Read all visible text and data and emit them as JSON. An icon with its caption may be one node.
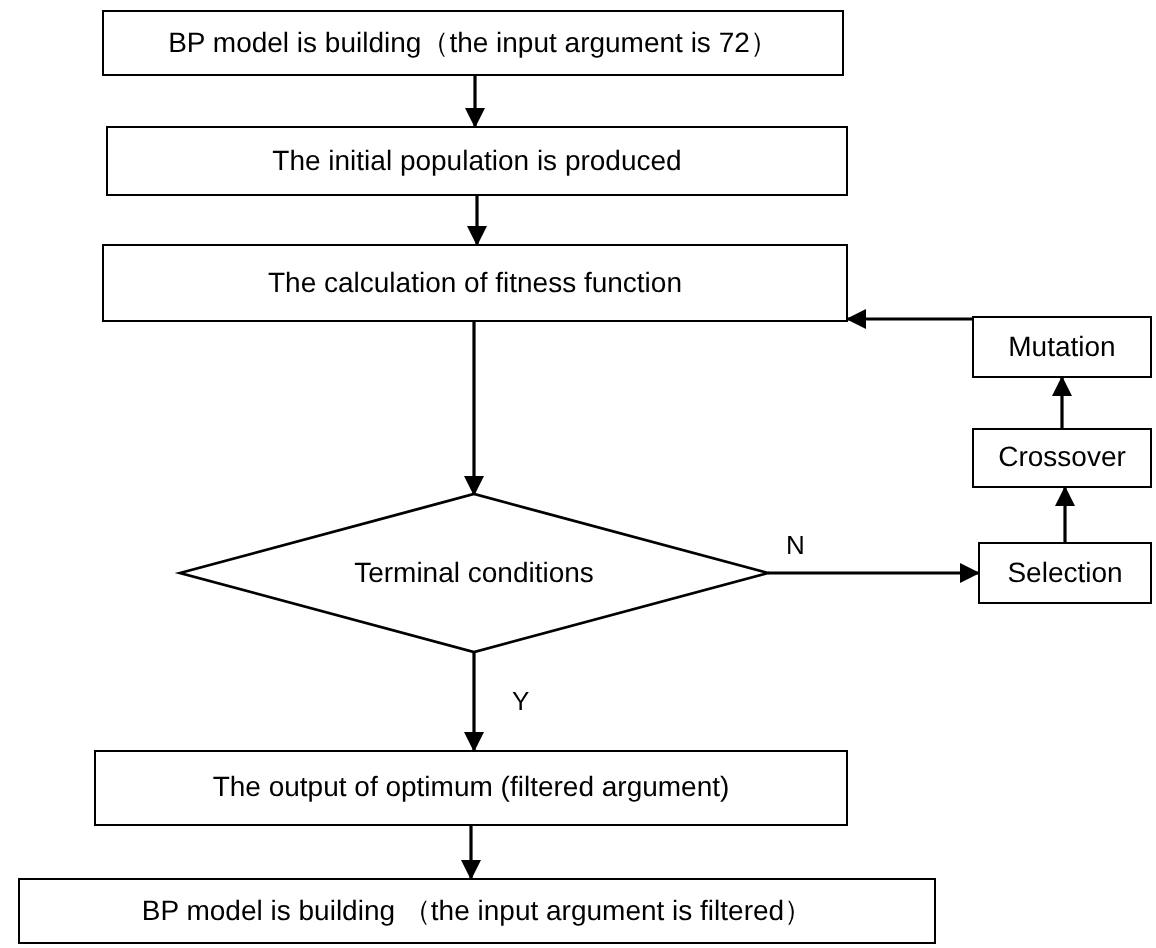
{
  "diagram": {
    "nodes": [
      {
        "text": [
          "BP model is building（the input argument is 72）"
        ]
      },
      {
        "text": [
          "The initial population is produced"
        ]
      },
      {
        "text": [
          "The calculation of fitness function"
        ]
      },
      {
        "text": [
          "Mutation"
        ]
      },
      {
        "text": [
          "Crossover"
        ]
      },
      {
        "text": [
          "Terminal conditions"
        ]
      },
      {
        "text": [
          "Selection"
        ]
      },
      {
        "text": [
          "The output of optimum (filtered argument)"
        ]
      },
      {
        "text": [
          "BP model is building （the input argument is filtered）"
        ]
      }
    ],
    "edges": [
      {
        "from": 0,
        "to": 1,
        "arrow": "to"
      },
      {
        "from": 1,
        "to": 2,
        "arrow": "to"
      },
      {
        "from": 2,
        "to": 5,
        "arrow": "to"
      },
      {
        "from": 5,
        "to": 6,
        "arrow": "to",
        "label": "N"
      },
      {
        "from": 6,
        "to": 4,
        "arrow": "to"
      },
      {
        "from": 4,
        "to": 3,
        "arrow": "to"
      },
      {
        "from": 3,
        "to": 2,
        "arrow": "to"
      },
      {
        "from": 5,
        "to": 7,
        "arrow": "to",
        "label": "Y"
      },
      {
        "from": 7,
        "to": 8,
        "arrow": "to"
      }
    ]
  }
}
